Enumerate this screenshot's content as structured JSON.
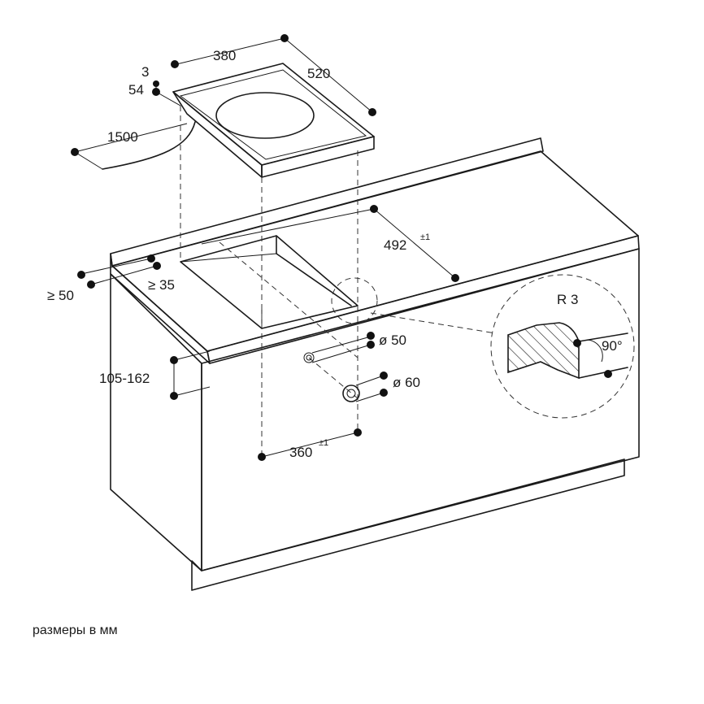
{
  "dimensions": {
    "hob_width": "380",
    "hob_depth": "520",
    "glass_thickness": "3",
    "hob_height": "54",
    "cable_length": "1500",
    "cutout_depth": "492",
    "cutout_depth_tol": "±1",
    "cutout_width": "360",
    "cutout_width_tol": "±1",
    "front_gap": "≥ 50",
    "side_gap": "≥ 35",
    "worktop_thickness": "105-162",
    "hole_small": "ø 50",
    "hole_large": "ø 60",
    "edge_radius": "R 3",
    "edge_angle": "90°"
  },
  "caption": "размеры в мм"
}
